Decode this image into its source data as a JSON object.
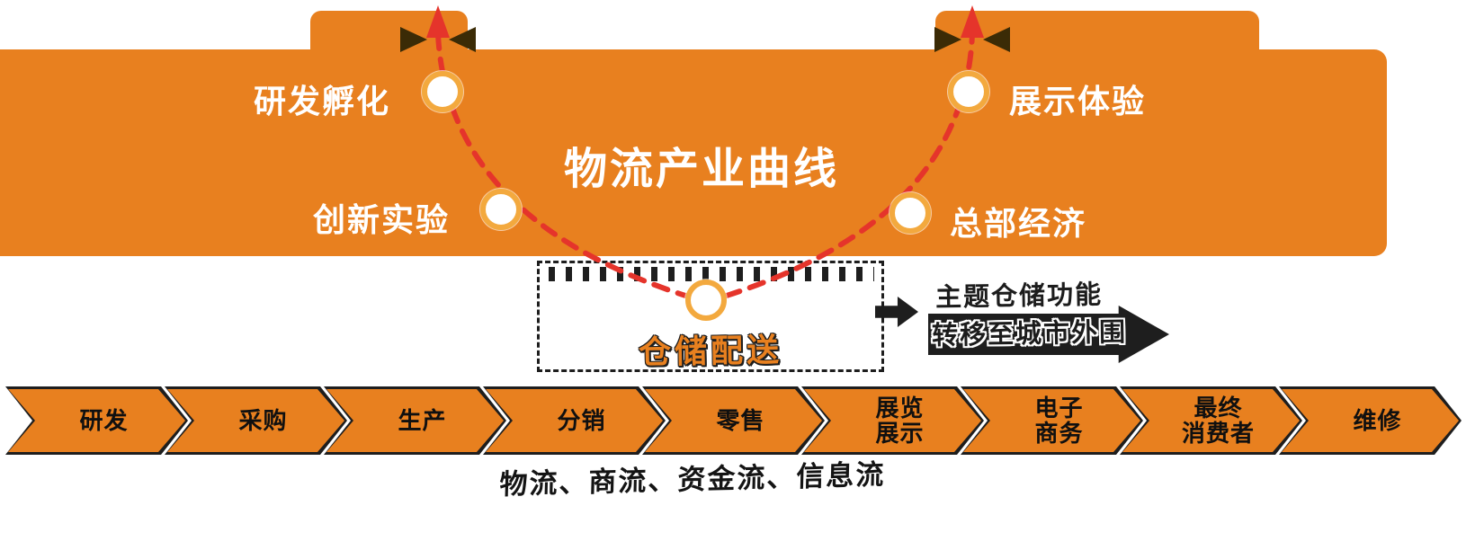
{
  "colors": {
    "orange": "#E8801F",
    "red": "#E5342B",
    "dark": "#1E1E1E",
    "ring": "#F3A93E"
  },
  "header": {
    "title": "物流产业曲线"
  },
  "curve_nodes": {
    "rd_incubation": "研发孵化",
    "innovation_lab": "创新实验",
    "hq_economy": "总部经济",
    "exhibition_experience": "展示体验"
  },
  "storage_box": {
    "label": "仓储配送"
  },
  "callout": {
    "line1": "主题仓储功能",
    "line2": "转移至城市外围"
  },
  "flow": {
    "steps": [
      {
        "label": "研发"
      },
      {
        "label": "采购"
      },
      {
        "label": "生产"
      },
      {
        "label": "分销"
      },
      {
        "label": "零售"
      },
      {
        "label": "展览\n展示"
      },
      {
        "label": "电子\n商务"
      },
      {
        "label": "最终\n消费者"
      },
      {
        "label": "维修"
      }
    ],
    "caption": "物流、商流、资金流、信息流"
  }
}
